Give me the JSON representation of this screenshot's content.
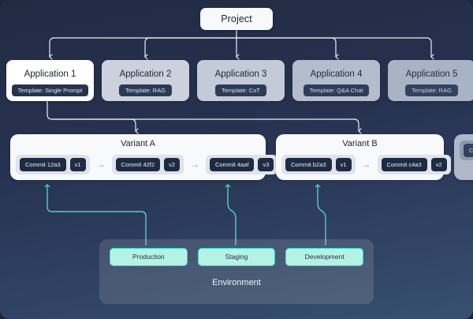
{
  "colors": {
    "background_top": "#222b42",
    "background_bottom": "#38506f",
    "card_active": "#ffffff",
    "chip_dark": "#1f2b42",
    "teal_accent": "#3fd9c4",
    "env_pill": "#b5f2e6",
    "connector_white": "#e9eef5"
  },
  "project": {
    "label": "Project"
  },
  "applications": [
    {
      "name": "Application 1",
      "template": "Template: Single Prompt"
    },
    {
      "name": "Application 2",
      "template": "Template: RAG"
    },
    {
      "name": "Application 3",
      "template": "Template: CoT"
    },
    {
      "name": "Application 4",
      "template": "Template: Q&A Chat"
    },
    {
      "name": "Application 5",
      "template": "Template: RAG"
    }
  ],
  "variants": [
    {
      "title": "Variant A",
      "commits": [
        {
          "commit": "Commit 12a3",
          "version": "v1"
        },
        {
          "commit": "Commit 42f2",
          "version": "v2"
        },
        {
          "commit": "Commit 4aaf",
          "version": "v3"
        }
      ],
      "separator": "→"
    },
    {
      "title": "Variant B",
      "commits": [
        {
          "commit": "Commit b2a3",
          "version": "v1"
        },
        {
          "commit": "Commit c4a3",
          "version": "v2"
        }
      ],
      "separator": "→"
    },
    {
      "title": "",
      "commits": [
        {
          "commit": "Com",
          "version": ""
        },
        {
          "commit": "",
          "version": ""
        },
        {
          "commit": "",
          "version": ""
        }
      ],
      "separator": ""
    }
  ],
  "environment": {
    "label": "Environment",
    "pills": [
      {
        "label": "Production"
      },
      {
        "label": "Staging"
      },
      {
        "label": "Development"
      }
    ]
  }
}
